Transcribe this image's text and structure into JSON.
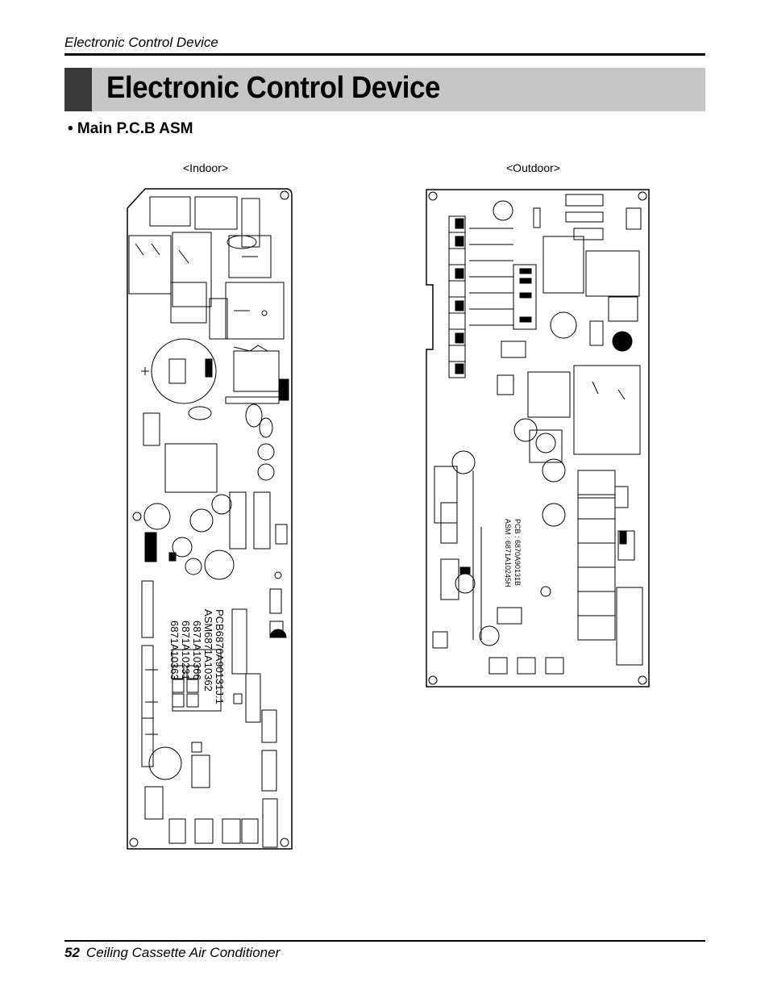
{
  "header": {
    "running_title": "Electronic Control Device"
  },
  "title": {
    "text": "Electronic Control Device"
  },
  "section": {
    "heading": "• Main P.C.B ASM"
  },
  "boards": {
    "indoor": {
      "label": "<Indoor>",
      "part_lines": [
        "PCB6870A90131J.1",
        "ASM6871A10362",
        "6871A10366",
        "6871A10231",
        "6871A10363"
      ]
    },
    "outdoor": {
      "label": "<Outdoor>",
      "part_lines": [
        "PCB : 6870A90131B",
        "ASM : 6871A10245H"
      ]
    }
  },
  "footer": {
    "page_number": "52",
    "text": "Ceiling Cassette Air Conditioner"
  }
}
